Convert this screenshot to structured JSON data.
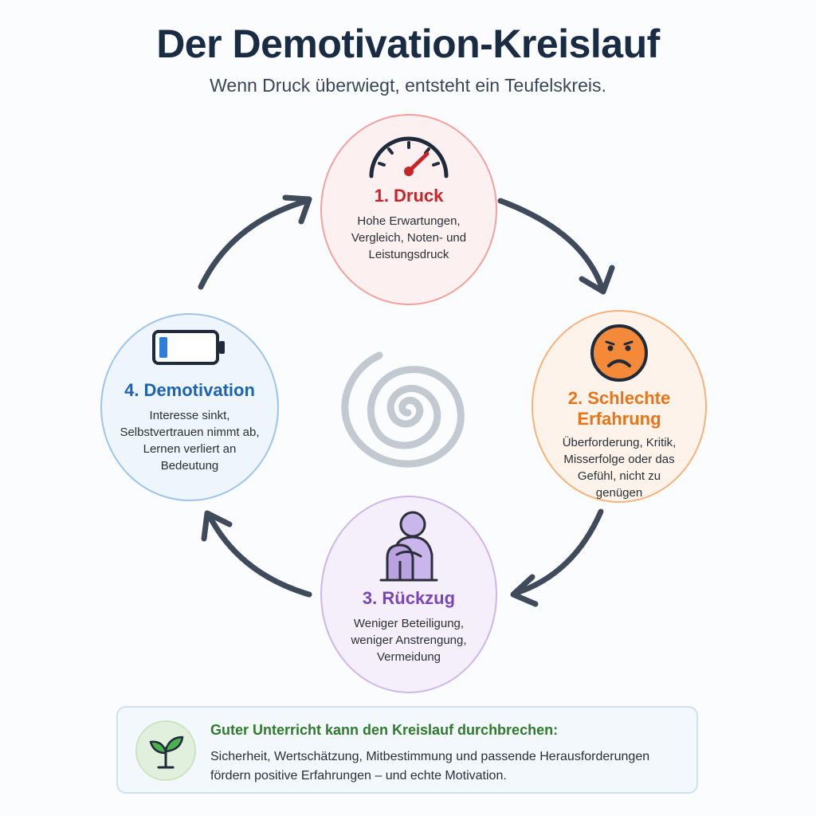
{
  "title": "Der Demotivation-Kreislauf",
  "subtitle": "Wenn Druck überwiegt, entsteht ein Teufelskreis.",
  "nodes": [
    {
      "label": "1. Druck",
      "icon": "gauge-icon",
      "desc": [
        "Hohe Erwartungen,",
        "Vergleich, Noten- und",
        "Leistungsdruck"
      ]
    },
    {
      "label": [
        "2. Schlechte",
        "Erfahrung"
      ],
      "icon": "sad-face-icon",
      "desc": [
        "Überforderung, Kritik,",
        "Misserfolge oder das",
        "Gefühl, nicht zu",
        "genügen"
      ]
    },
    {
      "label": "3. Rückzug",
      "icon": "withdrawn-person-icon",
      "desc": [
        "Weniger Beteiligung,",
        "weniger Anstrengung,",
        "Vermeidung"
      ]
    },
    {
      "label": "4. Demotivation",
      "icon": "low-battery-icon",
      "desc": [
        "Interesse sinkt,",
        "Selbstvertrauen nimmt ab,",
        "Lernen verliert an",
        "Bedeutung"
      ]
    }
  ],
  "footer": {
    "title": "Guter Unterricht kann den Kreislauf durchbrechen:",
    "text": [
      "Sicherheit, Wertschätzung, Mitbestimmung und passende Herausforderungen",
      "fördern positive Erfahrungen – und echte Motivation."
    ],
    "icon": "plant-icon"
  },
  "colors": {
    "druck": "#c8242a",
    "erfahrung": "#e8741a",
    "rueckzug": "#7a45b8",
    "demotivation": "#1e63b0",
    "footer_title": "#2f7a2c",
    "arrow": "#3f4a5a"
  }
}
